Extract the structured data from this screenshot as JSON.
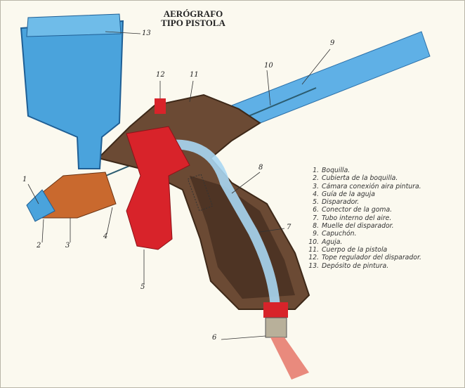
{
  "title": [
    "AERÓGRAFO",
    "TIPO PISTOLA"
  ],
  "callouts": {
    "c1": "1",
    "c2": "2",
    "c3": "3",
    "c4": "4",
    "c5": "5",
    "c6": "6",
    "c7": "7",
    "c8": "8",
    "c9": "9",
    "c10": "10",
    "c11": "11",
    "c12": "12",
    "c13": "13"
  },
  "legend": [
    {
      "n": "1.",
      "t": "Boquilla."
    },
    {
      "n": "2.",
      "t": "Cubierta de la boquilla."
    },
    {
      "n": "3.",
      "t": "Cámara conexión aira pintura."
    },
    {
      "n": "4.",
      "t": "Guía de la aguja"
    },
    {
      "n": "5.",
      "t": "Disparador."
    },
    {
      "n": "6.",
      "t": "Conector de la goma."
    },
    {
      "n": "7.",
      "t": "Tubo interno del aire."
    },
    {
      "n": "8.",
      "t": "Muelle del disparador."
    },
    {
      "n": "9.",
      "t": "Capuchón."
    },
    {
      "n": "10.",
      "t": "Aguja."
    },
    {
      "n": "11.",
      "t": "Cuerpo de la pistola"
    },
    {
      "n": "12.",
      "t": "Tope regulador del disparador."
    },
    {
      "n": "13.",
      "t": "Depósito de pintura."
    }
  ],
  "colors": {
    "blue": "#4aa3dc",
    "body": "#6b4a34",
    "red": "#d8232a",
    "orange": "#c9692e"
  }
}
